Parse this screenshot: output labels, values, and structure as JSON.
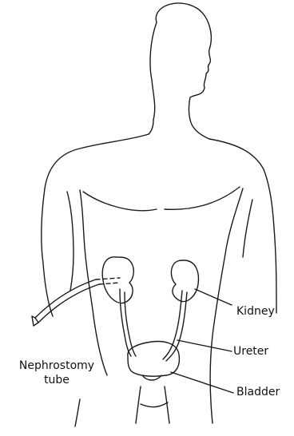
{
  "figure": {
    "labels": {
      "kidney": "Kidney",
      "ureter": "Ureter",
      "bladder": "Bladder",
      "nephrostomy_line1": "Nephrostomy",
      "nephrostomy_line2": "tube"
    },
    "ink_color": "#1a1a1a",
    "background": "#ffffff"
  }
}
